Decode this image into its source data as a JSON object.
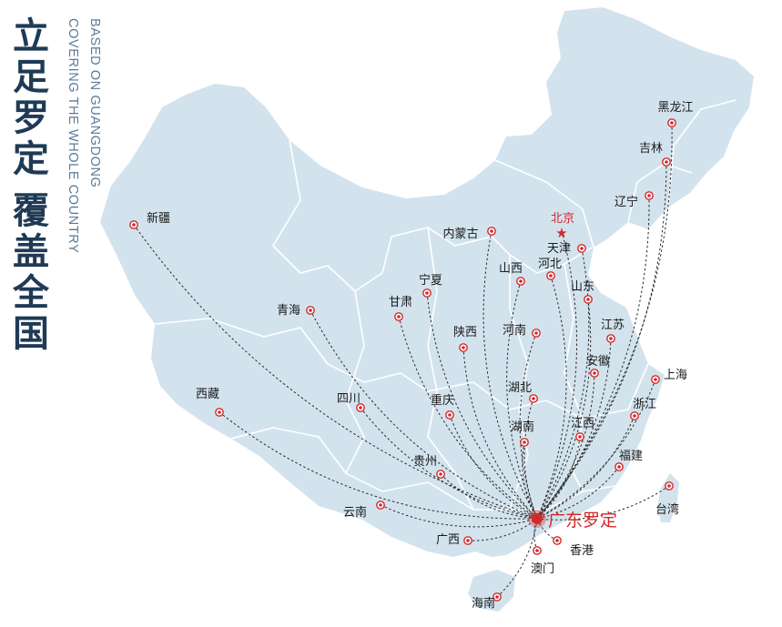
{
  "headline": {
    "line1": "立足罗定",
    "line2": "覆盖全国"
  },
  "subline": {
    "line1": "BASED ON GUANGDONG",
    "line2": "COVERING THE WHOLE COUNTRY"
  },
  "colors": {
    "land": "#d3e3ee",
    "border": "#ffffff",
    "headline": "#1f3a55",
    "subline": "#5a7a98",
    "marker": "#d22a2a",
    "capital_label": "#d22a2a",
    "route": "#2a2a2a"
  },
  "origin": {
    "label": "广东罗定"
  },
  "capital": {
    "label": "北京",
    "icon": "star-icon"
  },
  "places": [
    {
      "id": "heilongjiang",
      "label": "黑龙江"
    },
    {
      "id": "jilin",
      "label": "吉林"
    },
    {
      "id": "liaoning",
      "label": "辽宁"
    },
    {
      "id": "xinjiang",
      "label": "新疆"
    },
    {
      "id": "neimenggu",
      "label": "内蒙古"
    },
    {
      "id": "tianjin",
      "label": "天津"
    },
    {
      "id": "hebei",
      "label": "河北"
    },
    {
      "id": "shanxi",
      "label": "山西"
    },
    {
      "id": "ningxia",
      "label": "宁夏"
    },
    {
      "id": "shandong",
      "label": "山东"
    },
    {
      "id": "gansu",
      "label": "甘肃"
    },
    {
      "id": "qinghai",
      "label": "青海"
    },
    {
      "id": "henan",
      "label": "河南"
    },
    {
      "id": "shaanxi",
      "label": "陕西"
    },
    {
      "id": "jiangsu",
      "label": "江苏"
    },
    {
      "id": "anhui",
      "label": "安徽"
    },
    {
      "id": "shanghai",
      "label": "上海"
    },
    {
      "id": "xizang",
      "label": "西藏"
    },
    {
      "id": "sichuan",
      "label": "四川"
    },
    {
      "id": "chongqing",
      "label": "重庆"
    },
    {
      "id": "hubei",
      "label": "湖北"
    },
    {
      "id": "zhejiang",
      "label": "浙江"
    },
    {
      "id": "jiangxi",
      "label": "江西"
    },
    {
      "id": "hunan",
      "label": "湖南"
    },
    {
      "id": "fujian",
      "label": "福建"
    },
    {
      "id": "guizhou",
      "label": "贵州"
    },
    {
      "id": "taiwan",
      "label": "台湾"
    },
    {
      "id": "yunnan",
      "label": "云南"
    },
    {
      "id": "guangxi",
      "label": "广西"
    },
    {
      "id": "xianggang",
      "label": "香港"
    },
    {
      "id": "aomen",
      "label": "澳门"
    },
    {
      "id": "hainan",
      "label": "海南"
    }
  ]
}
